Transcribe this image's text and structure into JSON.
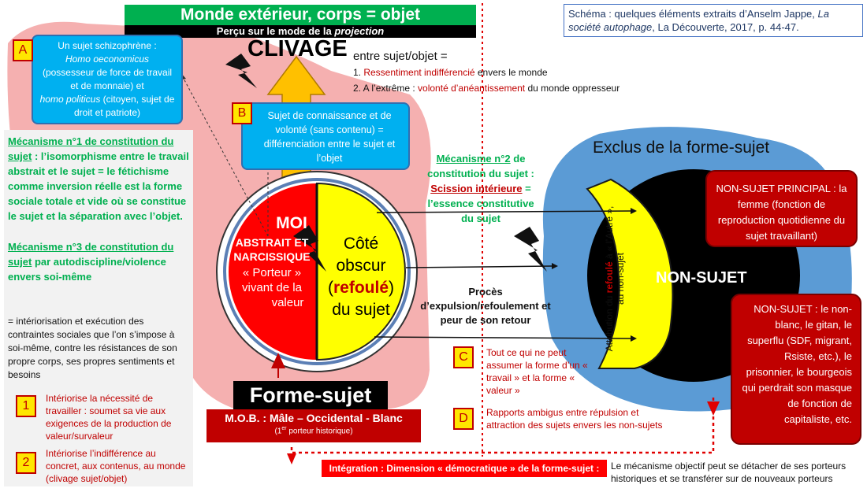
{
  "header": {
    "title": "Monde extérieur, corps = objet",
    "subtitle_prefix": "Perçu sur le mode de la ",
    "subtitle_em": "projection"
  },
  "source": {
    "prefix": "Schéma : quelques éléments extraits d’Anselm Jappe, ",
    "title_em": "La société autophage",
    "suffix": ", La Découverte, 2017, p. 44-47."
  },
  "clivage": {
    "title": "CLIVAGE",
    "subtitle": "entre sujet/objet =",
    "item1_num": "1. ",
    "item1_red": "Ressentiment indifférencié",
    "item1_rest": " envers le monde",
    "item2_num": "2. A l’extrême : ",
    "item2_red": "volonté d’anéantissement",
    "item2_rest": " du monde oppresseur"
  },
  "box_a": {
    "letter": "A",
    "line1": "Un sujet schizophrène :",
    "em1": "Homo oeconomicus",
    "line2": "(possesseur de force de travail et de monnaie) et",
    "em2": "homo politicus",
    "line3": " (citoyen, sujet de droit et patriote)"
  },
  "box_b": {
    "letter": "B",
    "text": "Sujet de connaissance et de volonté (sans contenu) = différenciation entre le sujet et l’objet"
  },
  "mechanism_1": {
    "title": "Mécanisme n°1 de constitution du sujet",
    "text": " : l’isomorphisme entre le travail abstrait et le sujet = le fétichisme comme inversion réelle est la forme sociale totale et vide où se constitue le sujet et la séparation avec l’objet."
  },
  "mechanism_3": {
    "title": "Mécanisme n°3 de constitution du sujet",
    "text": " par autodiscipline/violence envers soi-même"
  },
  "interiorisation": "= intériorisation et exécution des contraintes sociales que l’on s’impose à soi-même, contre les résistances de son propre corps, ses propres sentiments et besoins",
  "item_1": {
    "num": "1",
    "text": "Intériorise la nécessité de travailler : soumet sa vie aux exigences de la production de valeur/survaleur"
  },
  "item_2": {
    "num": "2",
    "text": "Intériorise l’indifférence au concret, aux contenus, au monde (clivage sujet/objet)"
  },
  "moi": {
    "title": "MOI",
    "line2": "ABSTRAIT ET",
    "line3": "NARCISSIQUE",
    "line4": "« Porteur »",
    "line5": "vivant de la",
    "line6": "valeur"
  },
  "cote_obscur": {
    "line1": "Côté",
    "line2": "obscur",
    "open": "(",
    "red": "refoulé",
    "close": ")",
    "line4": "du sujet"
  },
  "mechanism_2": {
    "title_green": "Mécanisme n°2",
    "text_green1": " de constitution du sujet : ",
    "title_red": "Scission intérieure",
    "text_green2": " = l’essence constitutive du sujet"
  },
  "proces": "Procès d’expulsion/refoulement et peur de son retour",
  "exclus": "Exclus de la forme-sujet",
  "attribution": {
    "prefix": "Attribution du ",
    "red": "refoulé",
    "suffix": " à « l’Autre », au non-sujet"
  },
  "non_sujet_principal": "NON-SUJET PRINCIPAL : la femme (fonction de reproduction quotidienne du sujet travaillant)",
  "non_sujet_center": "NON-SUJET",
  "non_sujet_list": "NON-SUJET :  le non-blanc, le gitan, le superflu (SDF, migrant, Rsiste, etc.), le prisonnier, le bourgeois qui perdrait son masque de fonction de capitaliste, etc.",
  "item_c": {
    "letter": "C",
    "text": "Tout ce qui ne peut assumer la forme d’un « travail » et la forme « valeur »"
  },
  "item_d": {
    "letter": "D",
    "text": "Rapports ambigus entre répulsion et attraction des sujets envers les non-sujets"
  },
  "forme_sujet": "Forme-sujet",
  "mob": {
    "title": "M.O.B. : Mâle – Occidental - Blanc",
    "sub_pre": "(1",
    "sub_sup": "er",
    "sub_post": " porteur historique)"
  },
  "integration": "Intégration : Dimension « démocratique » de la forme-sujet :",
  "mecanisme_objectif": "Le mécanisme objectif peut se détacher de ses porteurs historiques et se transférer sur de nouveaux porteurs",
  "colors": {
    "red": "#c00000",
    "green": "#00b050",
    "yellow": "#ffff00",
    "blue": "#00b0f0",
    "pink": "#f4a7a7",
    "exclus_blue": "#5b9bd5",
    "orange": "#ffc000"
  }
}
